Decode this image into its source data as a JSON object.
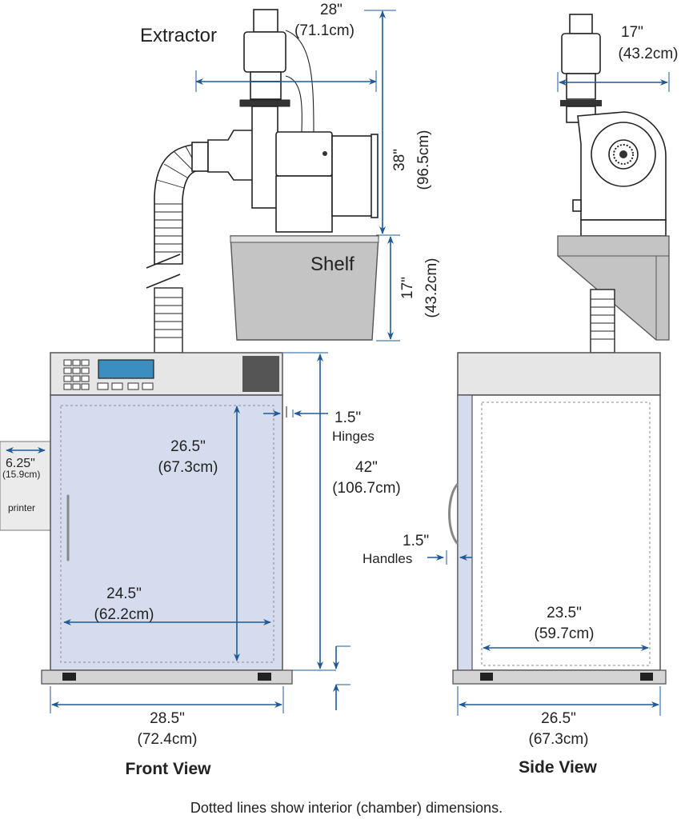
{
  "labels": {
    "extractor": "Extractor",
    "shelf": "Shelf",
    "printer": "printer",
    "hinges": "Hinges",
    "handles": "Handles",
    "front_view": "Front View",
    "side_view": "Side View",
    "caption": "Dotted lines show interior (chamber) dimensions."
  },
  "dimensions": {
    "extractor_width": {
      "in": "28\"",
      "cm": "(71.1cm)"
    },
    "extractor_height": {
      "in": "38\"",
      "cm": "(96.5cm)"
    },
    "shelf_height": {
      "in": "17\"",
      "cm": "(43.2cm)"
    },
    "side_extractor_width": {
      "in": "17\"",
      "cm": "(43.2cm)"
    },
    "interior_height": {
      "in": "26.5\"",
      "cm": "(67.3cm)"
    },
    "exterior_height": {
      "in": "42\"",
      "cm": "(106.7cm)"
    },
    "hinges": {
      "in": "1.5\""
    },
    "printer_width": {
      "in": "6.25\"",
      "cm": "(15.9cm)"
    },
    "interior_width": {
      "in": "24.5\"",
      "cm": "(62.2cm)"
    },
    "exterior_width": {
      "in": "28.5\"",
      "cm": "(72.4cm)"
    },
    "handles": {
      "in": "1.5\""
    },
    "interior_depth": {
      "in": "23.5\"",
      "cm": "(59.7cm)"
    },
    "exterior_depth": {
      "in": "26.5\"",
      "cm": "(67.3cm)"
    }
  },
  "colors": {
    "dimension_line": "#1f5a96",
    "door": "#d5dcee",
    "display": "#3a8fc0",
    "panel": "#e6e6e6",
    "shelf": "#c4c4c4"
  }
}
